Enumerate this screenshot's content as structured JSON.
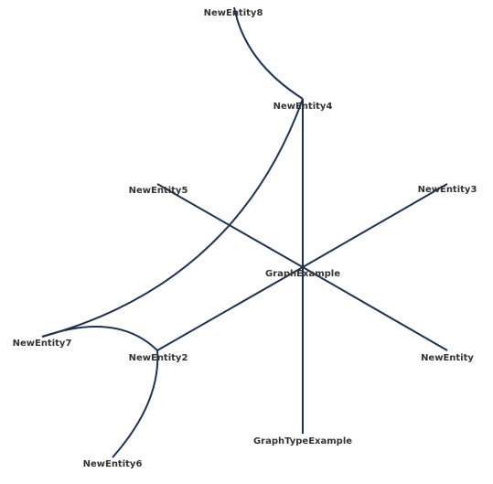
{
  "colors": {
    "edge": "#1f3350",
    "label": "#333333",
    "background": "#ffffff"
  },
  "nodes": [
    {
      "id": "graph_example",
      "label": "GraphExample"
    },
    {
      "id": "new_entity",
      "label": "NewEntity"
    },
    {
      "id": "new_entity2",
      "label": "NewEntity2"
    },
    {
      "id": "new_entity3",
      "label": "NewEntity3"
    },
    {
      "id": "new_entity4",
      "label": "NewEntity4"
    },
    {
      "id": "new_entity5",
      "label": "NewEntity5"
    },
    {
      "id": "new_entity6",
      "label": "NewEntity6"
    },
    {
      "id": "new_entity7",
      "label": "NewEntity7"
    },
    {
      "id": "new_entity8",
      "label": "NewEntity8"
    },
    {
      "id": "graph_type_example",
      "label": "GraphTypeExample"
    }
  ],
  "edges": [
    {
      "from": "graph_example",
      "to": "new_entity5"
    },
    {
      "from": "graph_example",
      "to": "new_entity3"
    },
    {
      "from": "graph_example",
      "to": "new_entity"
    },
    {
      "from": "graph_example",
      "to": "new_entity2"
    },
    {
      "from": "graph_example",
      "to": "new_entity4"
    },
    {
      "from": "graph_example",
      "to": "graph_type_example"
    },
    {
      "from": "new_entity4",
      "to": "new_entity8"
    },
    {
      "from": "new_entity4",
      "to": "new_entity7"
    },
    {
      "from": "new_entity7",
      "to": "new_entity2"
    },
    {
      "from": "new_entity2",
      "to": "new_entity6"
    }
  ]
}
